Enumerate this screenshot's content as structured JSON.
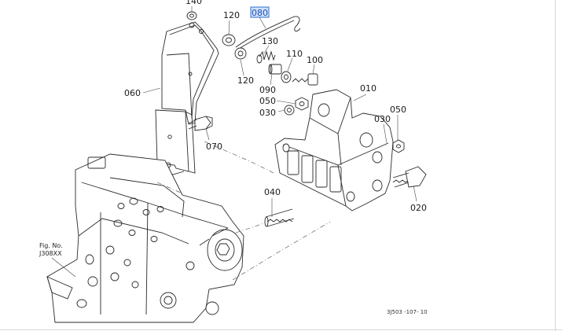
{
  "diagram": {
    "part_refs": {
      "p140": "140",
      "p120a": "120",
      "p080": "080",
      "p130": "130",
      "p110": "110",
      "p100": "100",
      "p120b": "120",
      "p090": "090",
      "p060": "060",
      "p050a": "050",
      "p030a": "030",
      "p010": "010",
      "p050b": "050",
      "p030b": "030",
      "p070": "070",
      "p040": "040",
      "p020": "020"
    },
    "highlighted_ref": "080",
    "fig_no_label": "Fig. No.",
    "fig_no_value": "J308XX",
    "drawing_code": "3J503 -107- 10"
  },
  "colors": {
    "line": "#2a2a2a",
    "highlight_fill": "#cfe2ff",
    "highlight_border": "#2f6fd0",
    "highlight_text": "#1f4fa8"
  }
}
